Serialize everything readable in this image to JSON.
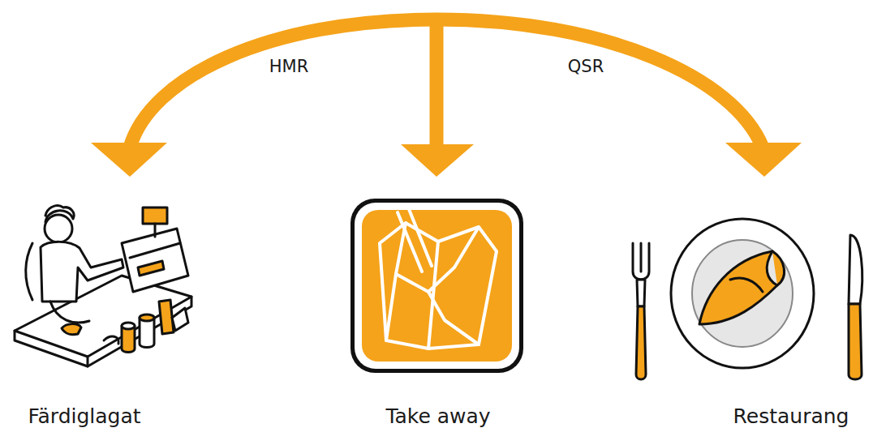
{
  "diagram": {
    "nodes": [
      {
        "text": [
          "Färdiglagat"
        ]
      },
      {
        "text": [
          "Take away"
        ]
      },
      {
        "text": [
          "Restaurang"
        ]
      }
    ],
    "labels": [
      "HMR",
      "QSR"
    ]
  }
}
